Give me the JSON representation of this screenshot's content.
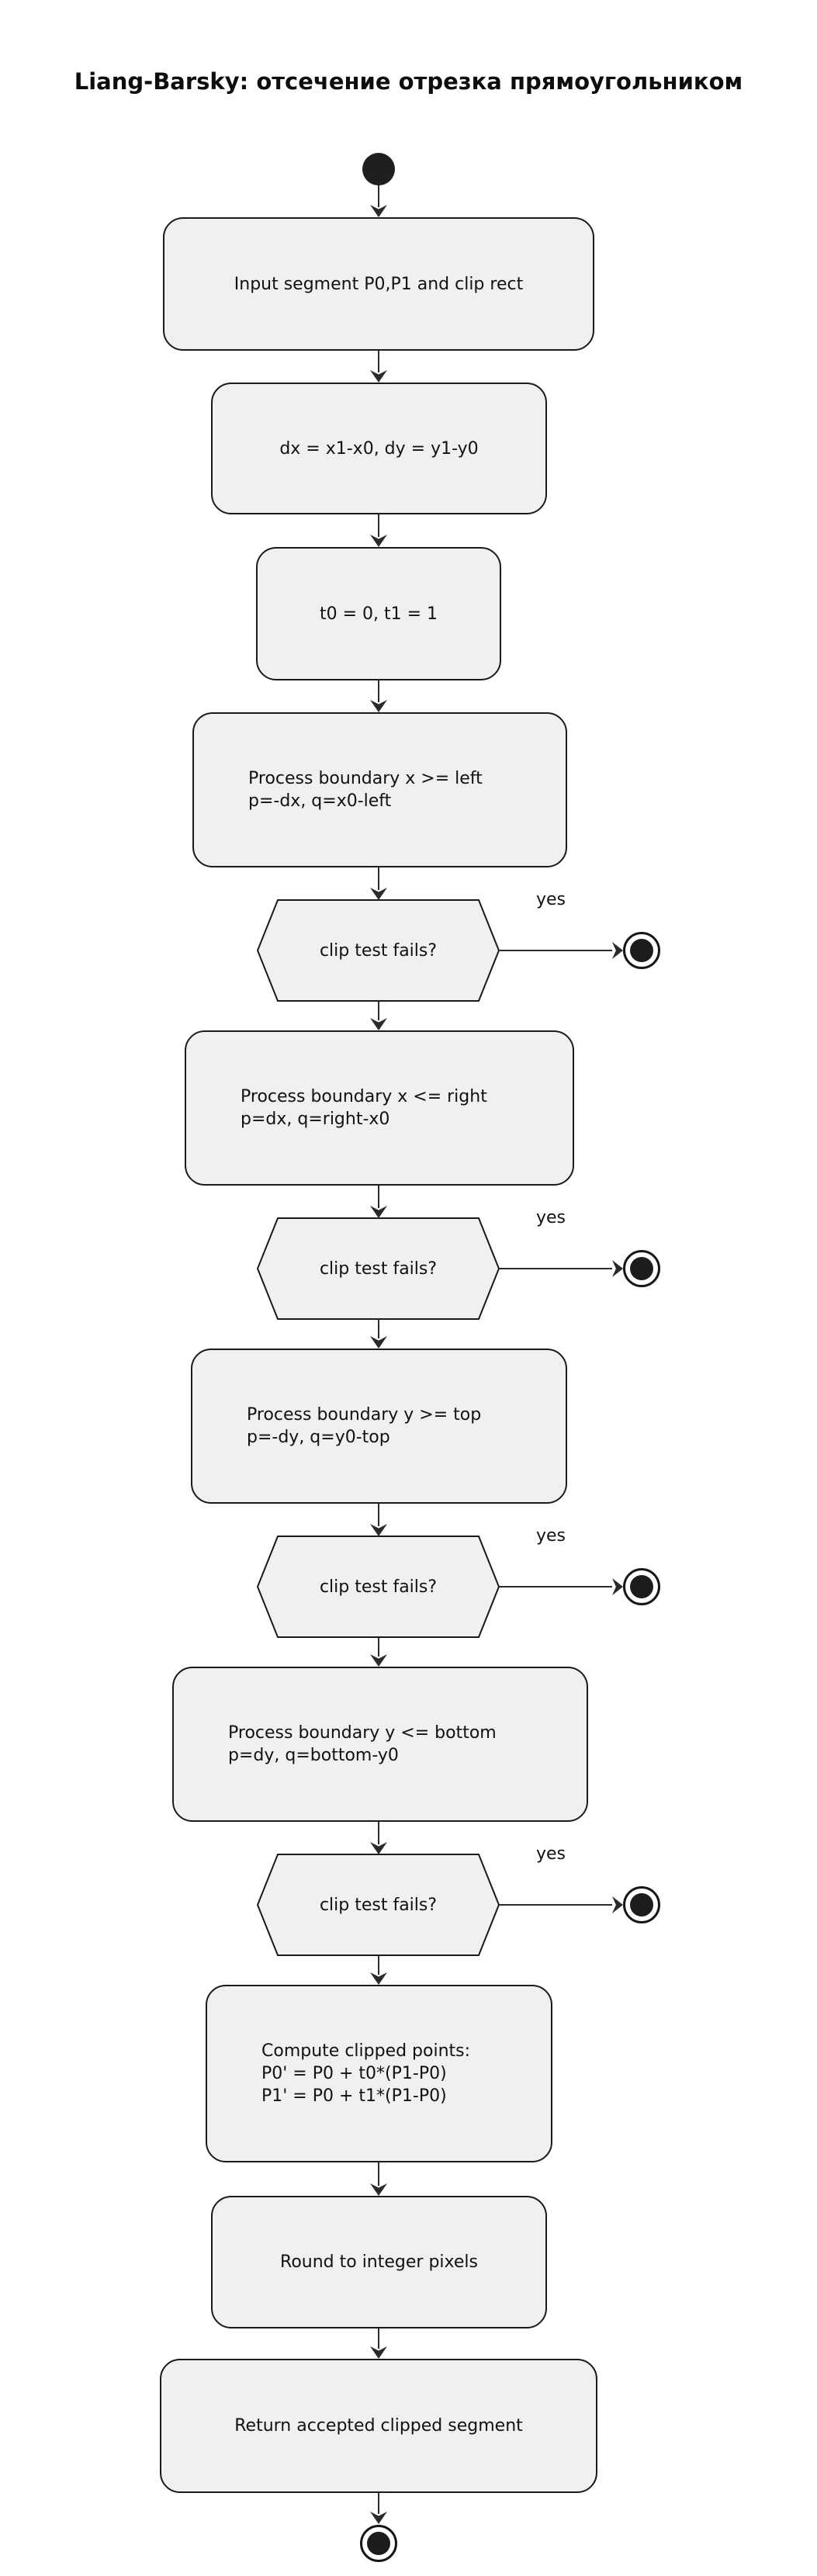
{
  "title": "Liang-Barsky: отсечение отрезка прямоугольником",
  "diagram_type": "activity-flowchart",
  "colors": {
    "background": "#ffffff",
    "node_fill": "#f0f0f0",
    "node_border": "#1a1a1a",
    "arrow": "#2b2b2b",
    "text": "#111111"
  },
  "nodes": {
    "start": {
      "type": "start"
    },
    "b1": {
      "type": "process",
      "lines": [
        "Input segment P0,P1 and clip rect"
      ]
    },
    "b2": {
      "type": "process",
      "lines": [
        "dx = x1-x0, dy = y1-y0"
      ]
    },
    "b3": {
      "type": "process",
      "lines": [
        "t0 = 0, t1 = 1"
      ]
    },
    "b4": {
      "type": "process",
      "lines": [
        "Process boundary x >= left",
        "p=-dx, q=x0-left"
      ]
    },
    "d1": {
      "type": "decision",
      "label": "clip test fails?",
      "branch": "yes"
    },
    "b5": {
      "type": "process",
      "lines": [
        "Process boundary x <= right",
        "p=dx, q=right-x0"
      ]
    },
    "d2": {
      "type": "decision",
      "label": "clip test fails?",
      "branch": "yes"
    },
    "b6": {
      "type": "process",
      "lines": [
        "Process boundary y >= top",
        "p=-dy, q=y0-top"
      ]
    },
    "d3": {
      "type": "decision",
      "label": "clip test fails?",
      "branch": "yes"
    },
    "b7": {
      "type": "process",
      "lines": [
        "Process boundary y <= bottom",
        "p=dy, q=bottom-y0"
      ]
    },
    "d4": {
      "type": "decision",
      "label": "clip test fails?",
      "branch": "yes"
    },
    "b8": {
      "type": "process",
      "lines": [
        "Compute clipped points:",
        "P0' = P0 + t0*(P1-P0)",
        "P1' = P0 + t1*(P1-P0)"
      ]
    },
    "b9": {
      "type": "process",
      "lines": [
        "Round to integer pixels"
      ]
    },
    "b10": {
      "type": "process",
      "lines": [
        "Return accepted clipped segment"
      ]
    },
    "end1": {
      "type": "end"
    },
    "end2": {
      "type": "end"
    },
    "end3": {
      "type": "end"
    },
    "end4": {
      "type": "end"
    },
    "end_final": {
      "type": "end"
    }
  },
  "edges": [
    {
      "from": "start",
      "to": "b1"
    },
    {
      "from": "b1",
      "to": "b2"
    },
    {
      "from": "b2",
      "to": "b3"
    },
    {
      "from": "b3",
      "to": "b4"
    },
    {
      "from": "b4",
      "to": "d1"
    },
    {
      "from": "d1",
      "to": "end1",
      "label": "yes"
    },
    {
      "from": "d1",
      "to": "b5"
    },
    {
      "from": "b5",
      "to": "d2"
    },
    {
      "from": "d2",
      "to": "end2",
      "label": "yes"
    },
    {
      "from": "d2",
      "to": "b6"
    },
    {
      "from": "b6",
      "to": "d3"
    },
    {
      "from": "d3",
      "to": "end3",
      "label": "yes"
    },
    {
      "from": "d3",
      "to": "b7"
    },
    {
      "from": "b7",
      "to": "d4"
    },
    {
      "from": "d4",
      "to": "end4",
      "label": "yes"
    },
    {
      "from": "d4",
      "to": "b8"
    },
    {
      "from": "b8",
      "to": "b9"
    },
    {
      "from": "b9",
      "to": "b10"
    },
    {
      "from": "b10",
      "to": "end_final"
    }
  ]
}
